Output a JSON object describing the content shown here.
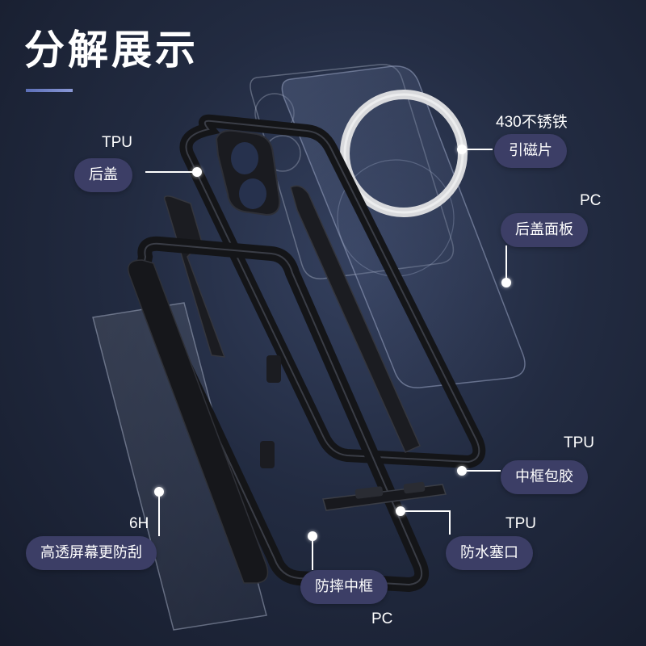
{
  "title": "分解展示",
  "callouts": {
    "back_cover": {
      "material": "TPU",
      "label": "后盖"
    },
    "magnet": {
      "material": "430不锈铁",
      "label": "引磁片"
    },
    "back_panel": {
      "material": "PC",
      "label": "后盖面板"
    },
    "middle_frame": {
      "material": "TPU",
      "label": "中框包胶"
    },
    "screen": {
      "material": "6H",
      "label": "高透屏幕更防刮"
    },
    "plug": {
      "material": "TPU",
      "label": "防水塞口"
    },
    "drop_frame": {
      "label": "防摔中框",
      "material": "PC"
    }
  },
  "colors": {
    "background": "#222b41",
    "pill": "#3c3e66",
    "accent": "#6d7cc7",
    "frame": "#141518",
    "magnet_ring": "#d9dadd"
  }
}
